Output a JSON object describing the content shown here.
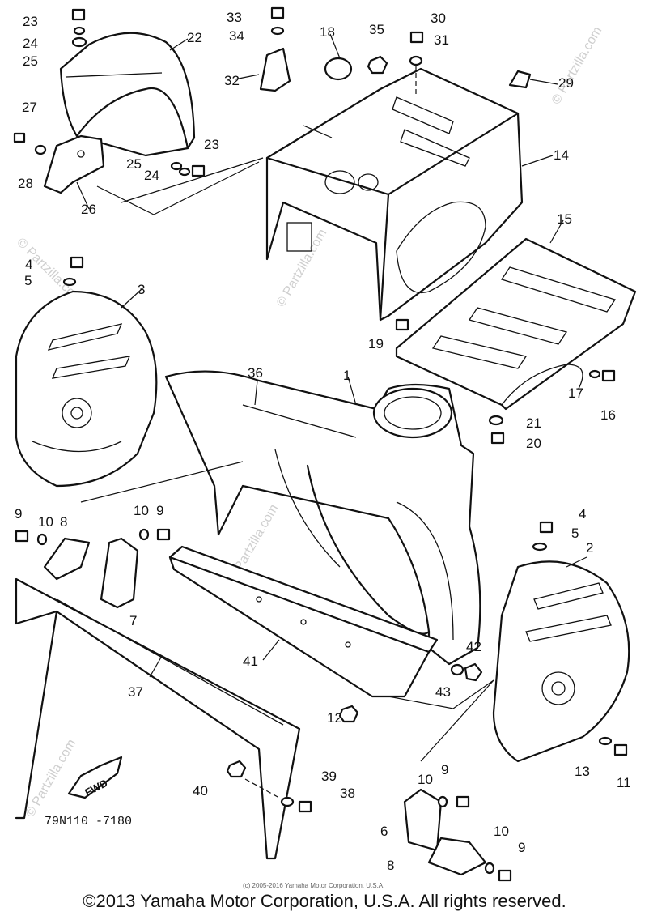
{
  "diagram": {
    "callouts": [
      "1",
      "2",
      "3",
      "4",
      "5",
      "6",
      "7",
      "8",
      "9",
      "10",
      "11",
      "12",
      "13",
      "14",
      "15",
      "16",
      "17",
      "18",
      "19",
      "20",
      "21",
      "22",
      "23",
      "24",
      "25",
      "26",
      "27",
      "28",
      "29",
      "30",
      "31",
      "32",
      "33",
      "34",
      "35",
      "36",
      "37",
      "38",
      "39",
      "40",
      "41",
      "42",
      "43"
    ],
    "part_code": "79N110 -7180",
    "fwd_label": "FWD",
    "watermark": "© Partzilla.com",
    "small_copyright": "(c) 2005-2016 Yamaha Motor Corporation, U.S.A."
  },
  "footer": {
    "copyright": "©2013 Yamaha Motor Corporation, U.S.A. All rights reserved."
  }
}
